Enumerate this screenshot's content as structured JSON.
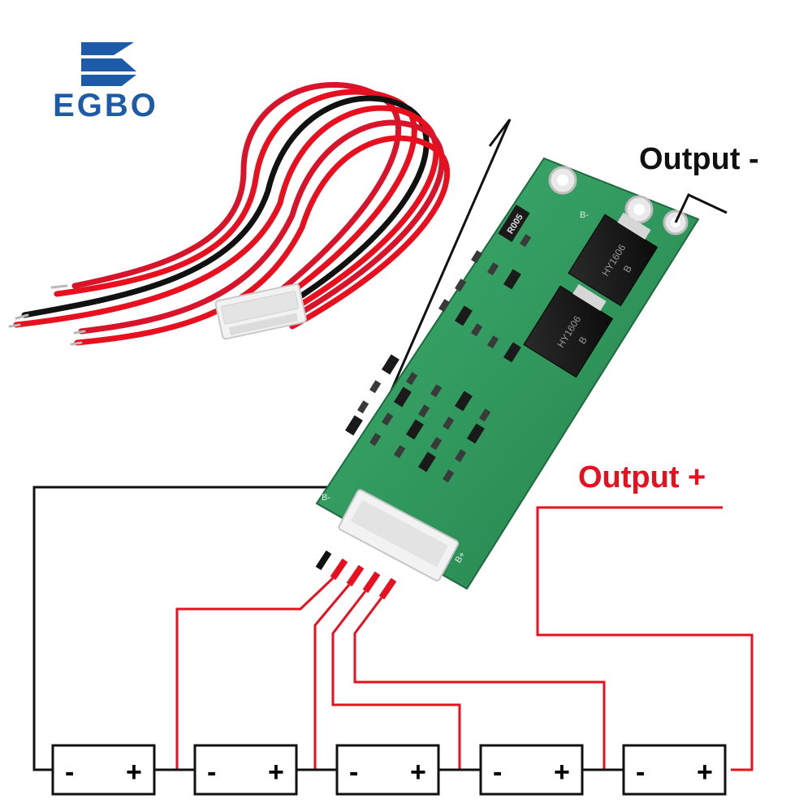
{
  "brand": {
    "name": "EGBO",
    "color": "#1d5aa8"
  },
  "labels": {
    "output_minus": "Output -",
    "output_plus": "Output +"
  },
  "board": {
    "resistor_code": "R005",
    "mosfet_1": "HY1606",
    "mosfet_2": "HY1606",
    "mosfet_mark": "B",
    "pad_b_minus": "B-",
    "pad_b_plus": "B+",
    "pad_b_top": "B-"
  },
  "cells": [
    {
      "neg": "-",
      "pos": "+"
    },
    {
      "neg": "-",
      "pos": "+"
    },
    {
      "neg": "-",
      "pos": "+"
    },
    {
      "neg": "-",
      "pos": "+"
    },
    {
      "neg": "-",
      "pos": "+"
    }
  ],
  "colors": {
    "wire_red": "#e8101e",
    "wire_black": "#111111",
    "pcb_green": "#2f9a5a",
    "connector_white": "#f2f2f2",
    "mosfet_black": "#1a1a1a"
  },
  "icons": [
    "egbo-logo-icon",
    "balance-wire-harness-icon",
    "bms-board-icon",
    "battery-cell-icon"
  ]
}
